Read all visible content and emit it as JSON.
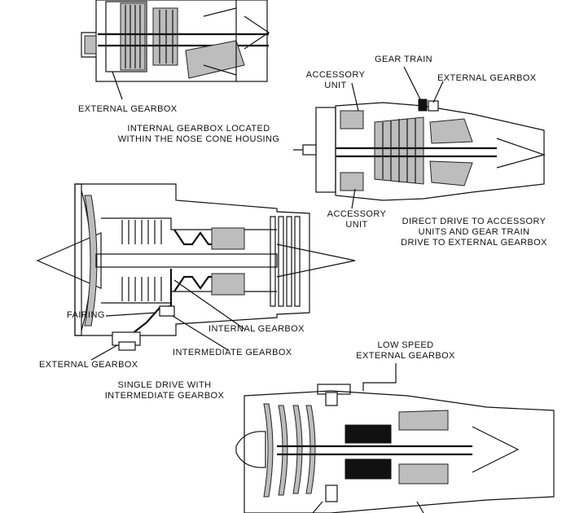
{
  "labels": {
    "top_external_gearbox": "EXTERNAL GEARBOX",
    "internal_gearbox_caption": [
      "INTERNAL GEARBOX LOCATED",
      "WITHIN THE NOSE CONE HOUSING"
    ],
    "gear_train": "GEAR TRAIN",
    "accessory_unit_top": [
      "ACCESSORY",
      "UNIT"
    ],
    "external_gearbox_right": "EXTERNAL GEARBOX",
    "accessory_unit_bottom": [
      "ACCESSORY",
      "UNIT"
    ],
    "direct_drive_caption": [
      "DIRECT DRIVE TO ACCESSORY",
      "UNITS AND GEAR TRAIN",
      "DRIVE TO EXTERNAL GEARBOX"
    ],
    "fairing": "FAIRING",
    "internal_gearbox": "INTERNAL GEARBOX",
    "intermediate_gearbox": "INTERMEDIATE GEARBOX",
    "external_gearbox_left": "EXTERNAL GEARBOX",
    "single_drive_caption": [
      "SINGLE DRIVE WITH",
      "INTERMEDIATE GEARBOX"
    ],
    "low_speed_external_gearbox": [
      "LOW SPEED",
      "EXTERNAL GEARBOX"
    ]
  }
}
